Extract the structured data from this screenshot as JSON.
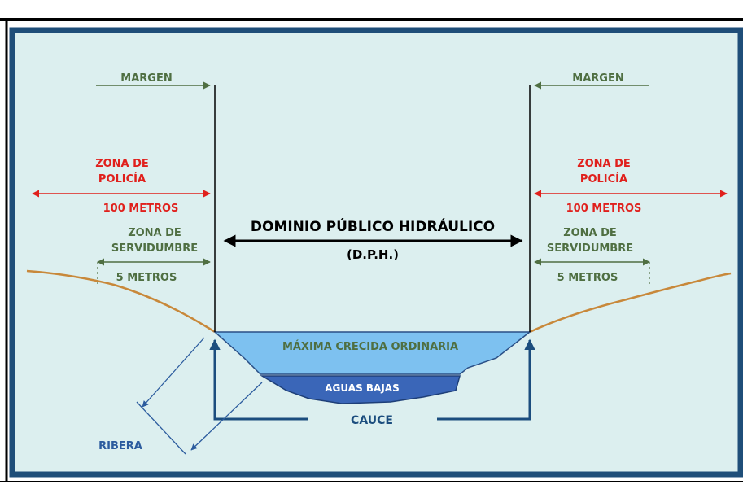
{
  "diagram": {
    "left": {
      "margen": "MARGEN",
      "zona_policia_line1": "ZONA DE",
      "zona_policia_line2": "POLICÍA",
      "policia_distance": "100 METROS",
      "servidumbre_line1": "ZONA DE",
      "servidumbre_line2": "SERVIDUMBRE",
      "servidumbre_distance": "5 METROS"
    },
    "right": {
      "margen": "MARGEN",
      "zona_policia_line1": "ZONA DE",
      "zona_policia_line2": "POLICÍA",
      "policia_distance": "100 METROS",
      "servidumbre_line1": "ZONA DE",
      "servidumbre_line2": "SERVIDUMBRE",
      "servidumbre_distance": "5 METROS"
    },
    "dph_title": "DOMINIO PÚBLICO HIDRÁULICO",
    "dph_abbr": "(D.P.H.)",
    "max_flood": "MÁXIMA CRECIDA ORDINARIA",
    "low_water": "AGUAS BAJAS",
    "cauce": "CAUCE",
    "ribera": "RIBERA"
  },
  "colors": {
    "background": "#dcefef",
    "frame": "#1f4e79",
    "margin_green": "#4f6f42",
    "policia_red": "#e0201c",
    "dph_black": "#000000",
    "ground": "#c8883a",
    "water_light": "#7dc1f0",
    "water_dark": "#3a66b8",
    "cauce_blue": "#1b4d7e",
    "ribera_blue": "#2c5c9e"
  }
}
